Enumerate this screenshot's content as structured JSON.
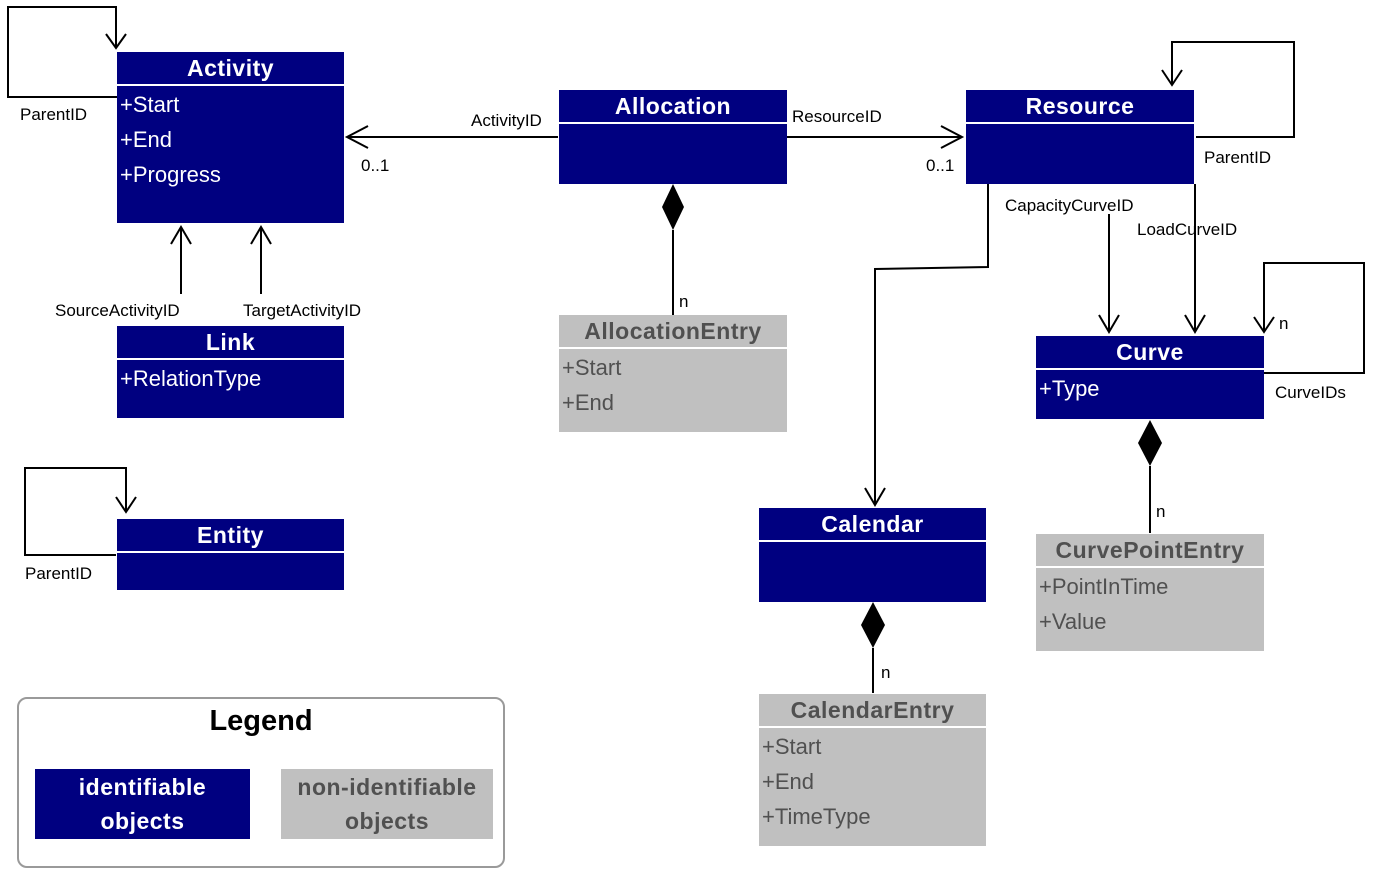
{
  "classes": {
    "activity": {
      "name": "Activity",
      "attrs": [
        "+Start",
        "+End",
        "+Progress"
      ]
    },
    "link": {
      "name": "Link",
      "attrs": [
        "+RelationType"
      ]
    },
    "entity": {
      "name": "Entity",
      "attrs": []
    },
    "allocation": {
      "name": "Allocation",
      "attrs": []
    },
    "allocation_entry": {
      "name": "AllocationEntry",
      "attrs": [
        "+Start",
        "+End"
      ]
    },
    "resource": {
      "name": "Resource",
      "attrs": []
    },
    "curve": {
      "name": "Curve",
      "attrs": [
        "+Type"
      ]
    },
    "curve_point_entry": {
      "name": "CurvePointEntry",
      "attrs": [
        "+PointInTime",
        "+Value"
      ]
    },
    "calendar": {
      "name": "Calendar",
      "attrs": []
    },
    "calendar_entry": {
      "name": "CalendarEntry",
      "attrs": [
        "+Start",
        "+End",
        "+TimeType"
      ]
    }
  },
  "labels": {
    "activity_parent": "ParentID",
    "entity_parent": "ParentID",
    "resource_parent": "ParentID",
    "activity_id": "ActivityID",
    "resource_id": "ResourceID",
    "mult_activity": "0..1",
    "mult_resource": "0..1",
    "source_activity": "SourceActivityID",
    "target_activity": "TargetActivityID",
    "alloc_entry_n": "n",
    "capacity_curve": "CapacityCurveID",
    "load_curve": "LoadCurveID",
    "curve_ids": "CurveIDs",
    "curve_self_n": "n",
    "curve_point_n": "n",
    "calendar_entry_n": "n"
  },
  "legend": {
    "title": "Legend",
    "identifiable_line1": "identifiable",
    "identifiable_line2": "objects",
    "non_identifiable_line1": "non-identifiable",
    "non_identifiable_line2": "objects"
  },
  "colors": {
    "identifiable": "#000080",
    "non_identifiable": "#c0c0c0"
  }
}
